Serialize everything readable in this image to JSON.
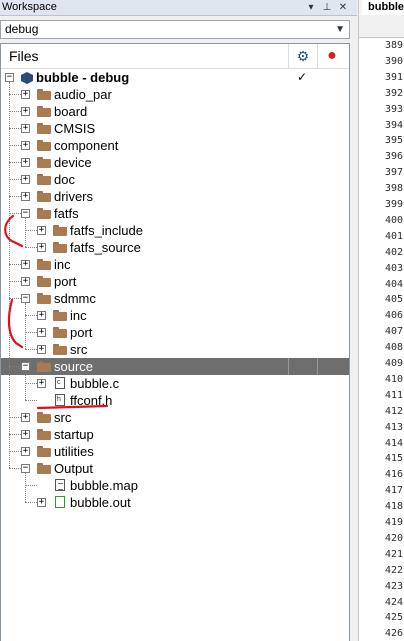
{
  "workspace": {
    "title": "Workspace",
    "config_value": "debug",
    "files_label": "Files",
    "project_label": "bubble - debug",
    "check_mark": "✓",
    "gear_glyph": "⚙",
    "dot_glyph": "●"
  },
  "tree": [
    {
      "label": "audio_par",
      "type": "folder",
      "depth": 1,
      "expander": "+"
    },
    {
      "label": "board",
      "type": "folder",
      "depth": 1,
      "expander": "+"
    },
    {
      "label": "CMSIS",
      "type": "folder",
      "depth": 1,
      "expander": "+"
    },
    {
      "label": "component",
      "type": "folder",
      "depth": 1,
      "expander": "+"
    },
    {
      "label": "device",
      "type": "folder",
      "depth": 1,
      "expander": "+"
    },
    {
      "label": "doc",
      "type": "folder",
      "depth": 1,
      "expander": "+"
    },
    {
      "label": "drivers",
      "type": "folder",
      "depth": 1,
      "expander": "+"
    },
    {
      "label": "fatfs",
      "type": "folder",
      "depth": 1,
      "expander": "−"
    },
    {
      "label": "fatfs_include",
      "type": "folder",
      "depth": 2,
      "expander": "+"
    },
    {
      "label": "fatfs_source",
      "type": "folder",
      "depth": 2,
      "expander": "+"
    },
    {
      "label": "inc",
      "type": "folder",
      "depth": 1,
      "expander": "+"
    },
    {
      "label": "port",
      "type": "folder",
      "depth": 1,
      "expander": "+"
    },
    {
      "label": "sdmmc",
      "type": "folder",
      "depth": 1,
      "expander": "−"
    },
    {
      "label": "inc",
      "type": "folder",
      "depth": 2,
      "expander": "+"
    },
    {
      "label": "port",
      "type": "folder",
      "depth": 2,
      "expander": "+"
    },
    {
      "label": "src",
      "type": "folder",
      "depth": 2,
      "expander": "+"
    },
    {
      "label": "source",
      "type": "folder",
      "depth": 1,
      "expander": "−",
      "selected": true
    },
    {
      "label": "bubble.c",
      "type": "cfile",
      "depth": 2,
      "expander": "+"
    },
    {
      "label": "ffconf.h",
      "type": "hfile",
      "depth": 2,
      "expander": ""
    },
    {
      "label": "src",
      "type": "folder",
      "depth": 1,
      "expander": "+"
    },
    {
      "label": "startup",
      "type": "folder",
      "depth": 1,
      "expander": "+"
    },
    {
      "label": "utilities",
      "type": "folder",
      "depth": 1,
      "expander": "+"
    },
    {
      "label": "Output",
      "type": "folder",
      "depth": 1,
      "expander": "−"
    },
    {
      "label": "bubble.map",
      "type": "mapfile",
      "depth": 2,
      "expander": ""
    },
    {
      "label": "bubble.out",
      "type": "outfile",
      "depth": 2,
      "expander": "+"
    }
  ],
  "editor": {
    "tab_label": "bubble",
    "line_numbers": [
      "389",
      "390",
      "391",
      "392",
      "393",
      "394",
      "395",
      "396",
      "397",
      "398",
      "399",
      "400",
      "401",
      "402",
      "403",
      "404",
      "405",
      "406",
      "407",
      "408",
      "409",
      "410",
      "411",
      "412",
      "413",
      "414",
      "415",
      "416",
      "417",
      "418",
      "419",
      "420",
      "421",
      "422",
      "423",
      "424",
      "425",
      "426"
    ]
  },
  "colors": {
    "selection": "#6e6e6e",
    "annotation": "#e0101a",
    "folder": "#a87b52",
    "project_icon": "#2a4a78"
  }
}
